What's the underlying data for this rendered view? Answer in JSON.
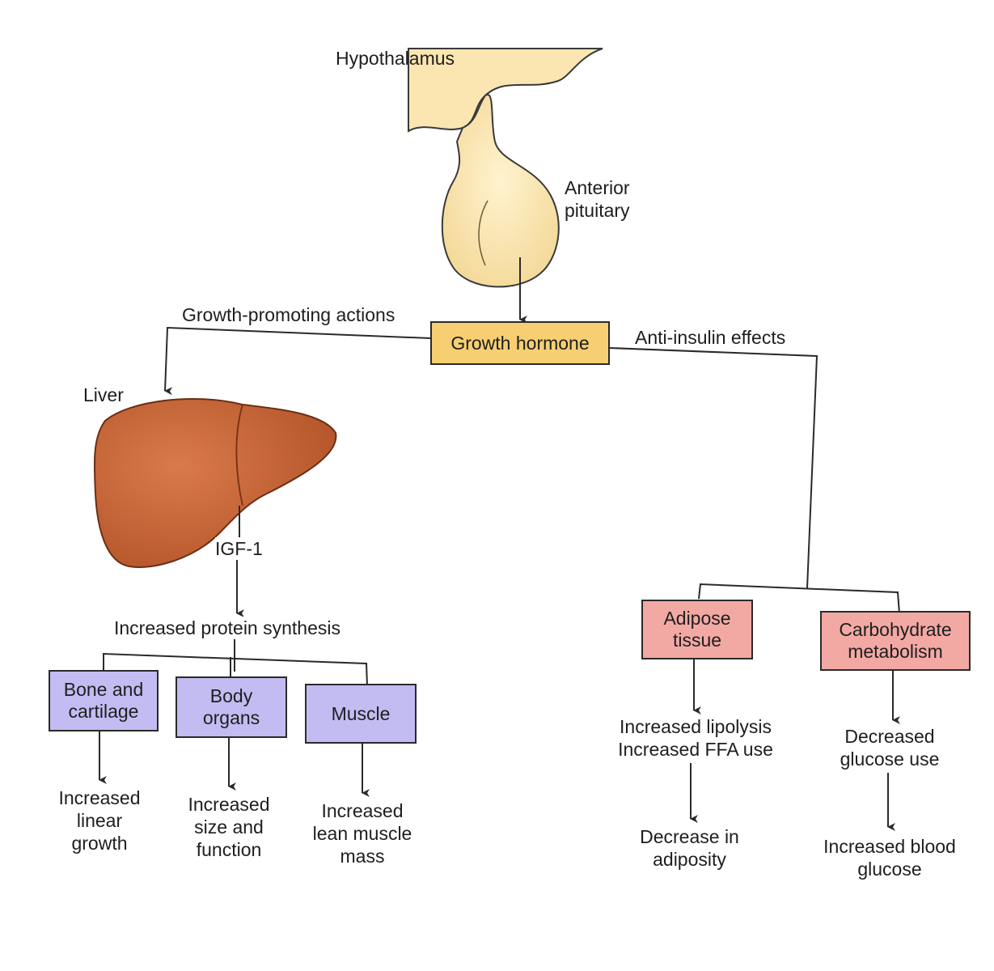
{
  "colors": {
    "growth_hormone_box": "#f7cf72",
    "target_box_purple": "#c3bcf2",
    "target_box_pink": "#f2a9a4",
    "pituitary_fill": "#fbe7b0",
    "liver_fill": "#c9683a",
    "line": "#2a2a2a"
  },
  "labels": {
    "hypothalamus": "Hypothalamus",
    "anterior_pituitary": "Anterior\npituitary",
    "growth_hormone": "Growth hormone",
    "growth_promoting": "Growth-promoting actions",
    "anti_insulin": "Anti-insulin effects",
    "liver": "Liver",
    "igf1": "IGF-1",
    "protein_synthesis": "Increased protein synthesis"
  },
  "growth_targets": [
    {
      "name": "Bone and\ncartilage",
      "effect": "Increased\nlinear\ngrowth"
    },
    {
      "name": "Body\norgans",
      "effect": "Increased\nsize and\nfunction"
    },
    {
      "name": "Muscle",
      "effect": "Increased\nlean muscle\nmass"
    }
  ],
  "anti_insulin_targets": [
    {
      "name": "Adipose\ntissue",
      "effect1": "Increased lipolysis\nIncreased FFA use",
      "effect2": "Decrease in\nadiposity"
    },
    {
      "name": "Carbohydrate\nmetabolism",
      "effect1": "Decreased\nglucose use",
      "effect2": "Increased blood\nglucose"
    }
  ]
}
